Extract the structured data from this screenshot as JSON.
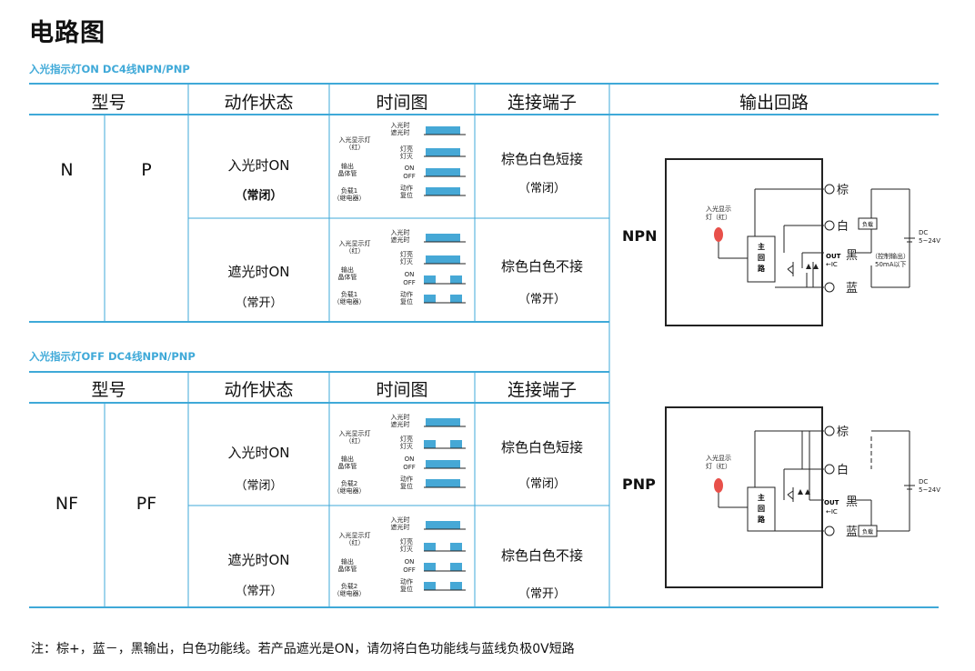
{
  "title": "电路图",
  "section1": {
    "label": "入光指示灯ON  DC4线NPN/PNP",
    "headers": [
      "型号",
      "动作状态",
      "时间图",
      "连接端子"
    ],
    "model_a": "N",
    "model_b": "P",
    "rows": [
      {
        "state": "入光时ON",
        "sub": "（常闭）",
        "connect": "棕色白色短接",
        "connect_sub": "（常闭）"
      },
      {
        "state": "遮光时ON",
        "sub": "（常开）",
        "connect": "棕色白色不接",
        "connect_sub": "（常开）"
      }
    ]
  },
  "section2": {
    "label": "入光指示灯OFF  DC4线NPN/PNP",
    "headers": [
      "型号",
      "动作状态",
      "时间图",
      "连接端子"
    ],
    "model_a": "NF",
    "model_b": "PF",
    "rows": [
      {
        "state": "入光时ON",
        "sub": "（常闭）",
        "connect": "棕色白色短接",
        "connect_sub": "（常闭）"
      },
      {
        "state": "遮光时ON",
        "sub": "（常开）",
        "connect": "棕色白色不接",
        "connect_sub": "（常开）"
      }
    ]
  },
  "output_header": "输出回路",
  "timing": {
    "indicator": "入光显示灯",
    "indicator_sub": "（红）",
    "transistor": "输出",
    "transistor_sub": "晶体管",
    "load1": "负载1",
    "load2": "负载2",
    "relay": "（继电器）",
    "light_on": "入光时",
    "light_off": "遮光时",
    "lamp_on": "灯亮",
    "lamp_off": "灯灭",
    "on": "ON",
    "off": "OFF",
    "act": "动作",
    "reset": "复位"
  },
  "npn": {
    "type": "NPN",
    "lamp": "入光显示",
    "lamp_sub": "灯（红）",
    "main1": "主",
    "main2": "回",
    "main3": "路",
    "brown": "棕",
    "white": "白",
    "black": "黑",
    "blue": "蓝",
    "out": "OUT",
    "ic": "←IC",
    "load": "负载",
    "dc": "DC",
    "voltage": "5~24V",
    "ctrl": "（控制输出）",
    "ctrl_sub": "50mA以下"
  },
  "pnp": {
    "type": "PNP",
    "lamp": "入光显示",
    "lamp_sub": "灯（红）",
    "main1": "主",
    "main2": "回",
    "main3": "路",
    "brown": "棕",
    "white": "白",
    "black": "黑",
    "blue": "蓝",
    "out": "OUT",
    "ic": "←IC",
    "load": "负载",
    "dc": "DC",
    "voltage": "5~24V"
  },
  "note": "注：棕+，蓝－，黑输出，白色功能线。若产品遮光是ON，请勿将白色功能线与蓝线负极0V短路",
  "colors": {
    "accent": "#3fa9d8",
    "pulse": "#46a8d6",
    "lamp": "#e8504a",
    "line": "#222222"
  }
}
